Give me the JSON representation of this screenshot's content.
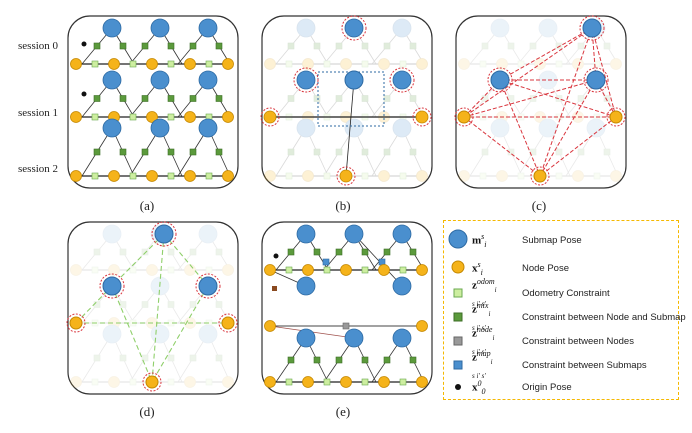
{
  "sessions": [
    "session 0",
    "session 1",
    "session 2"
  ],
  "captions": [
    "(a)",
    "(b)",
    "(c)",
    "(d)",
    "(e)"
  ],
  "legend": [
    {
      "icon": "submap-pose",
      "symbol": "m",
      "sup": "s",
      "sub": "i",
      "label": "Submap Pose"
    },
    {
      "icon": "node-pose",
      "symbol": "x",
      "sup": "s",
      "sub": "i",
      "label": "Node Pose"
    },
    {
      "icon": "odometry-constraint",
      "symbol": "z",
      "sup": "odom",
      "sub": "i s i' s'",
      "label": "Odometry Constraint"
    },
    {
      "icon": "mix-constraint",
      "symbol": "z",
      "sup": "mix",
      "sub": "i s i' s'",
      "label": "Constraint between Node and Submap"
    },
    {
      "icon": "node-constraint",
      "symbol": "z",
      "sup": "node",
      "sub": "i s i' s'",
      "label": "Constraint between Nodes"
    },
    {
      "icon": "map-constraint",
      "symbol": "z",
      "sup": "map",
      "sub": "i s i' s'",
      "label": "Constraint between Submaps"
    },
    {
      "icon": "origin-pose",
      "symbol": "x",
      "sup": "0",
      "sub": "0",
      "label": "Origin Pose"
    }
  ],
  "colors": {
    "submap": "#4a8fce",
    "node": "#f5b31a",
    "odometry": "#cdeea0",
    "mix": "#5b9a3c",
    "node_constraint": "#999999",
    "map_constraint": "#4a8fce",
    "loop": "#d9363e",
    "panel_border": "#333333",
    "legend_border": "#f5b800"
  }
}
